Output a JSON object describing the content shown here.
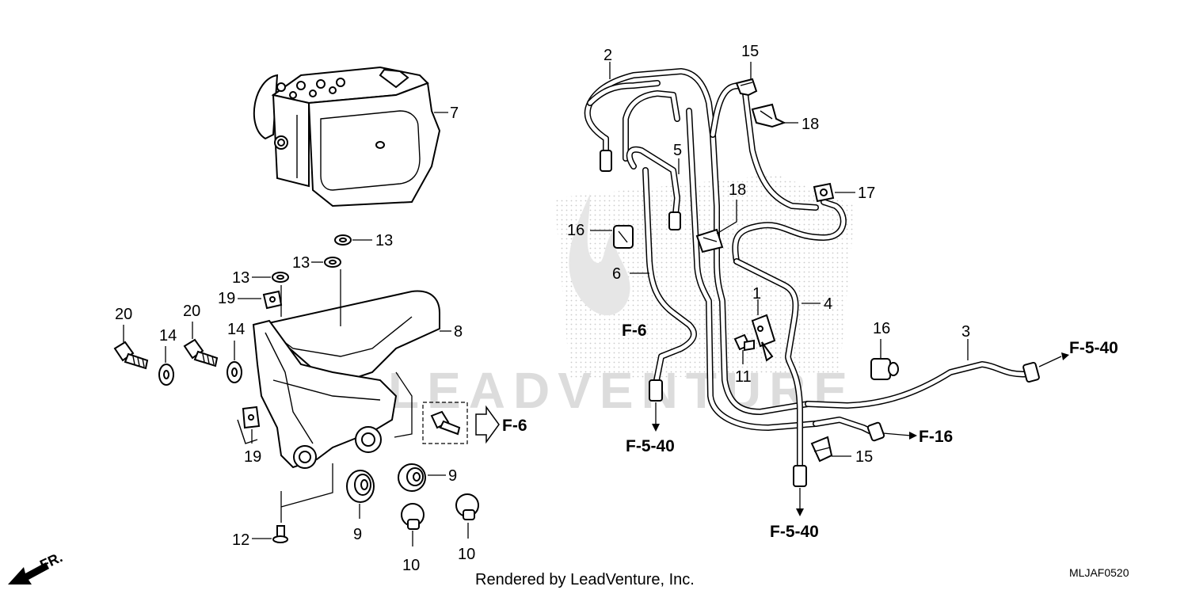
{
  "callouts": {
    "c1": "1",
    "c2": "2",
    "c3": "3",
    "c4": "4",
    "c5": "5",
    "c6": "6",
    "c7": "7",
    "c8": "8",
    "c9a": "9",
    "c9b": "9",
    "c10a": "10",
    "c10b": "10",
    "c11": "11",
    "c12": "12",
    "c13a": "13",
    "c13b": "13",
    "c13c": "13",
    "c14a": "14",
    "c14b": "14",
    "c15a": "15",
    "c15b": "15",
    "c16a": "16",
    "c16b": "16",
    "c17": "17",
    "c18a": "18",
    "c18b": "18",
    "c19a": "19",
    "c19b": "19",
    "c20a": "20",
    "c20b": "20"
  },
  "references": {
    "f6_bracket": "F-6",
    "f6_hose": "F-6",
    "f540_left": "F-5-40",
    "f540_bottom": "F-5-40",
    "f540_right": "F-5-40",
    "f16": "F-16"
  },
  "footer": {
    "credit": "Rendered by LeadVenture, Inc.",
    "diagram_code": "MLJAF0520",
    "direction": "FR."
  },
  "watermark": "LEADVENTURE"
}
